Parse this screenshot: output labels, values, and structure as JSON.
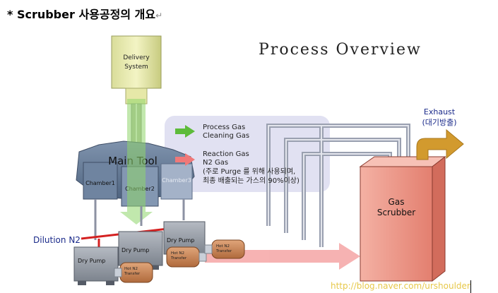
{
  "heading": "* Scrubber 사용공정의 개요",
  "heading_mark": "↵",
  "overview_title": "Process Overview",
  "delivery_system": [
    "Delivery",
    "System"
  ],
  "main_tool": "Main Tool",
  "chambers": [
    "Chamber1",
    "Chamber2",
    "Chamber3"
  ],
  "legend": {
    "green_lines": [
      "Process Gas",
      "Cleaning Gas"
    ],
    "red_lines": [
      "Reaction Gas",
      "N2 Gas",
      "(주로 Purge 를 위해 사용되며,",
      "최종 배출되는 가스의 90%이상)"
    ]
  },
  "dilution": "Dilution N2",
  "dry_pump": "Dry Pump",
  "hot_n2": [
    "Hot N2",
    "Transfer"
  ],
  "scrubber": [
    "Gas",
    "Scrubber"
  ],
  "exhaust": [
    "Exhaust",
    "(대기방출)"
  ],
  "watermark": "http://blog.naver.com/urshoulder",
  "colors": {
    "green_arrow": "#5dbb3a",
    "red_arrow": "#f07878",
    "scrubber_fill": "#f09b8e",
    "exhaust_arrow": "#d29a2e",
    "legend_panel": "#dcdcf0"
  }
}
